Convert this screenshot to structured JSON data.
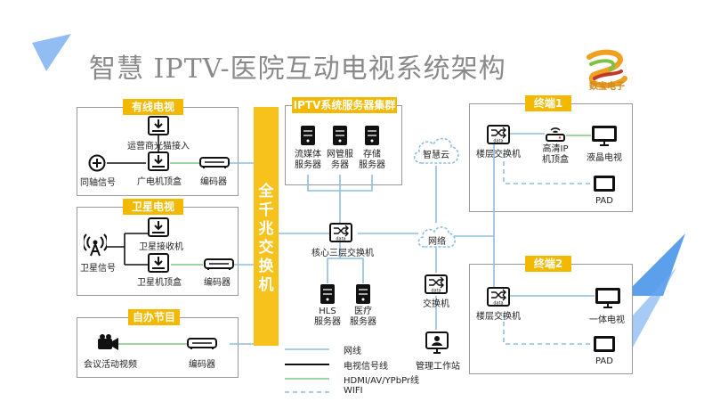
{
  "title": "智慧 IPTV-医院互动电视系统架构",
  "logo_text": "数宝电子",
  "spine_label": "全千兆交换机",
  "sections": {
    "cable": "有线电视",
    "satellite": "卫星电视",
    "self": "自办节目",
    "servers": "IPTV系统服务器集群",
    "t1": "终端1",
    "t2": "终端2"
  },
  "cable": {
    "operator": "运营商光猫接入",
    "coax": "同轴信号",
    "stb": "广电机顶盒",
    "encoder": "编码器"
  },
  "satellite": {
    "signal": "卫星信号",
    "receiver": "卫星接收机",
    "stb": "卫星机顶盒",
    "encoder": "编码器"
  },
  "self": {
    "video": "会议活动视频",
    "encoder": "编码器"
  },
  "servers": {
    "s1": "流媒体\n服务器",
    "s2": "网管服\n务器",
    "s3": "存储\n服务器"
  },
  "core": {
    "cloud": "智慧云",
    "switch": "核心三层交换机",
    "network": "网络",
    "hls": "HLS\n服务器",
    "medical": "医疗\n服务器",
    "switch2": "交换机",
    "station": "管理工作站"
  },
  "t1": {
    "switch": "楼层交换机",
    "stb": "高清IP\n机顶盒",
    "tv": "液晶电视",
    "pad": "PAD"
  },
  "t2": {
    "switch": "楼层交换机",
    "tv": "一体电视",
    "pad": "PAD"
  },
  "legend": {
    "network": "网线",
    "tv_signal": "电视信号线",
    "hdmi": "HDMI/AV/YPbPr线",
    "wifi": "WIFI"
  },
  "colors": {
    "accent_yellow": "#f7c21b",
    "network_line": "#8fbde0",
    "hdmi_line": "#9fd69f",
    "wifi_line": "#8fbde0",
    "signal_line": "#111111",
    "deco_blue": "#3f8fe8"
  }
}
